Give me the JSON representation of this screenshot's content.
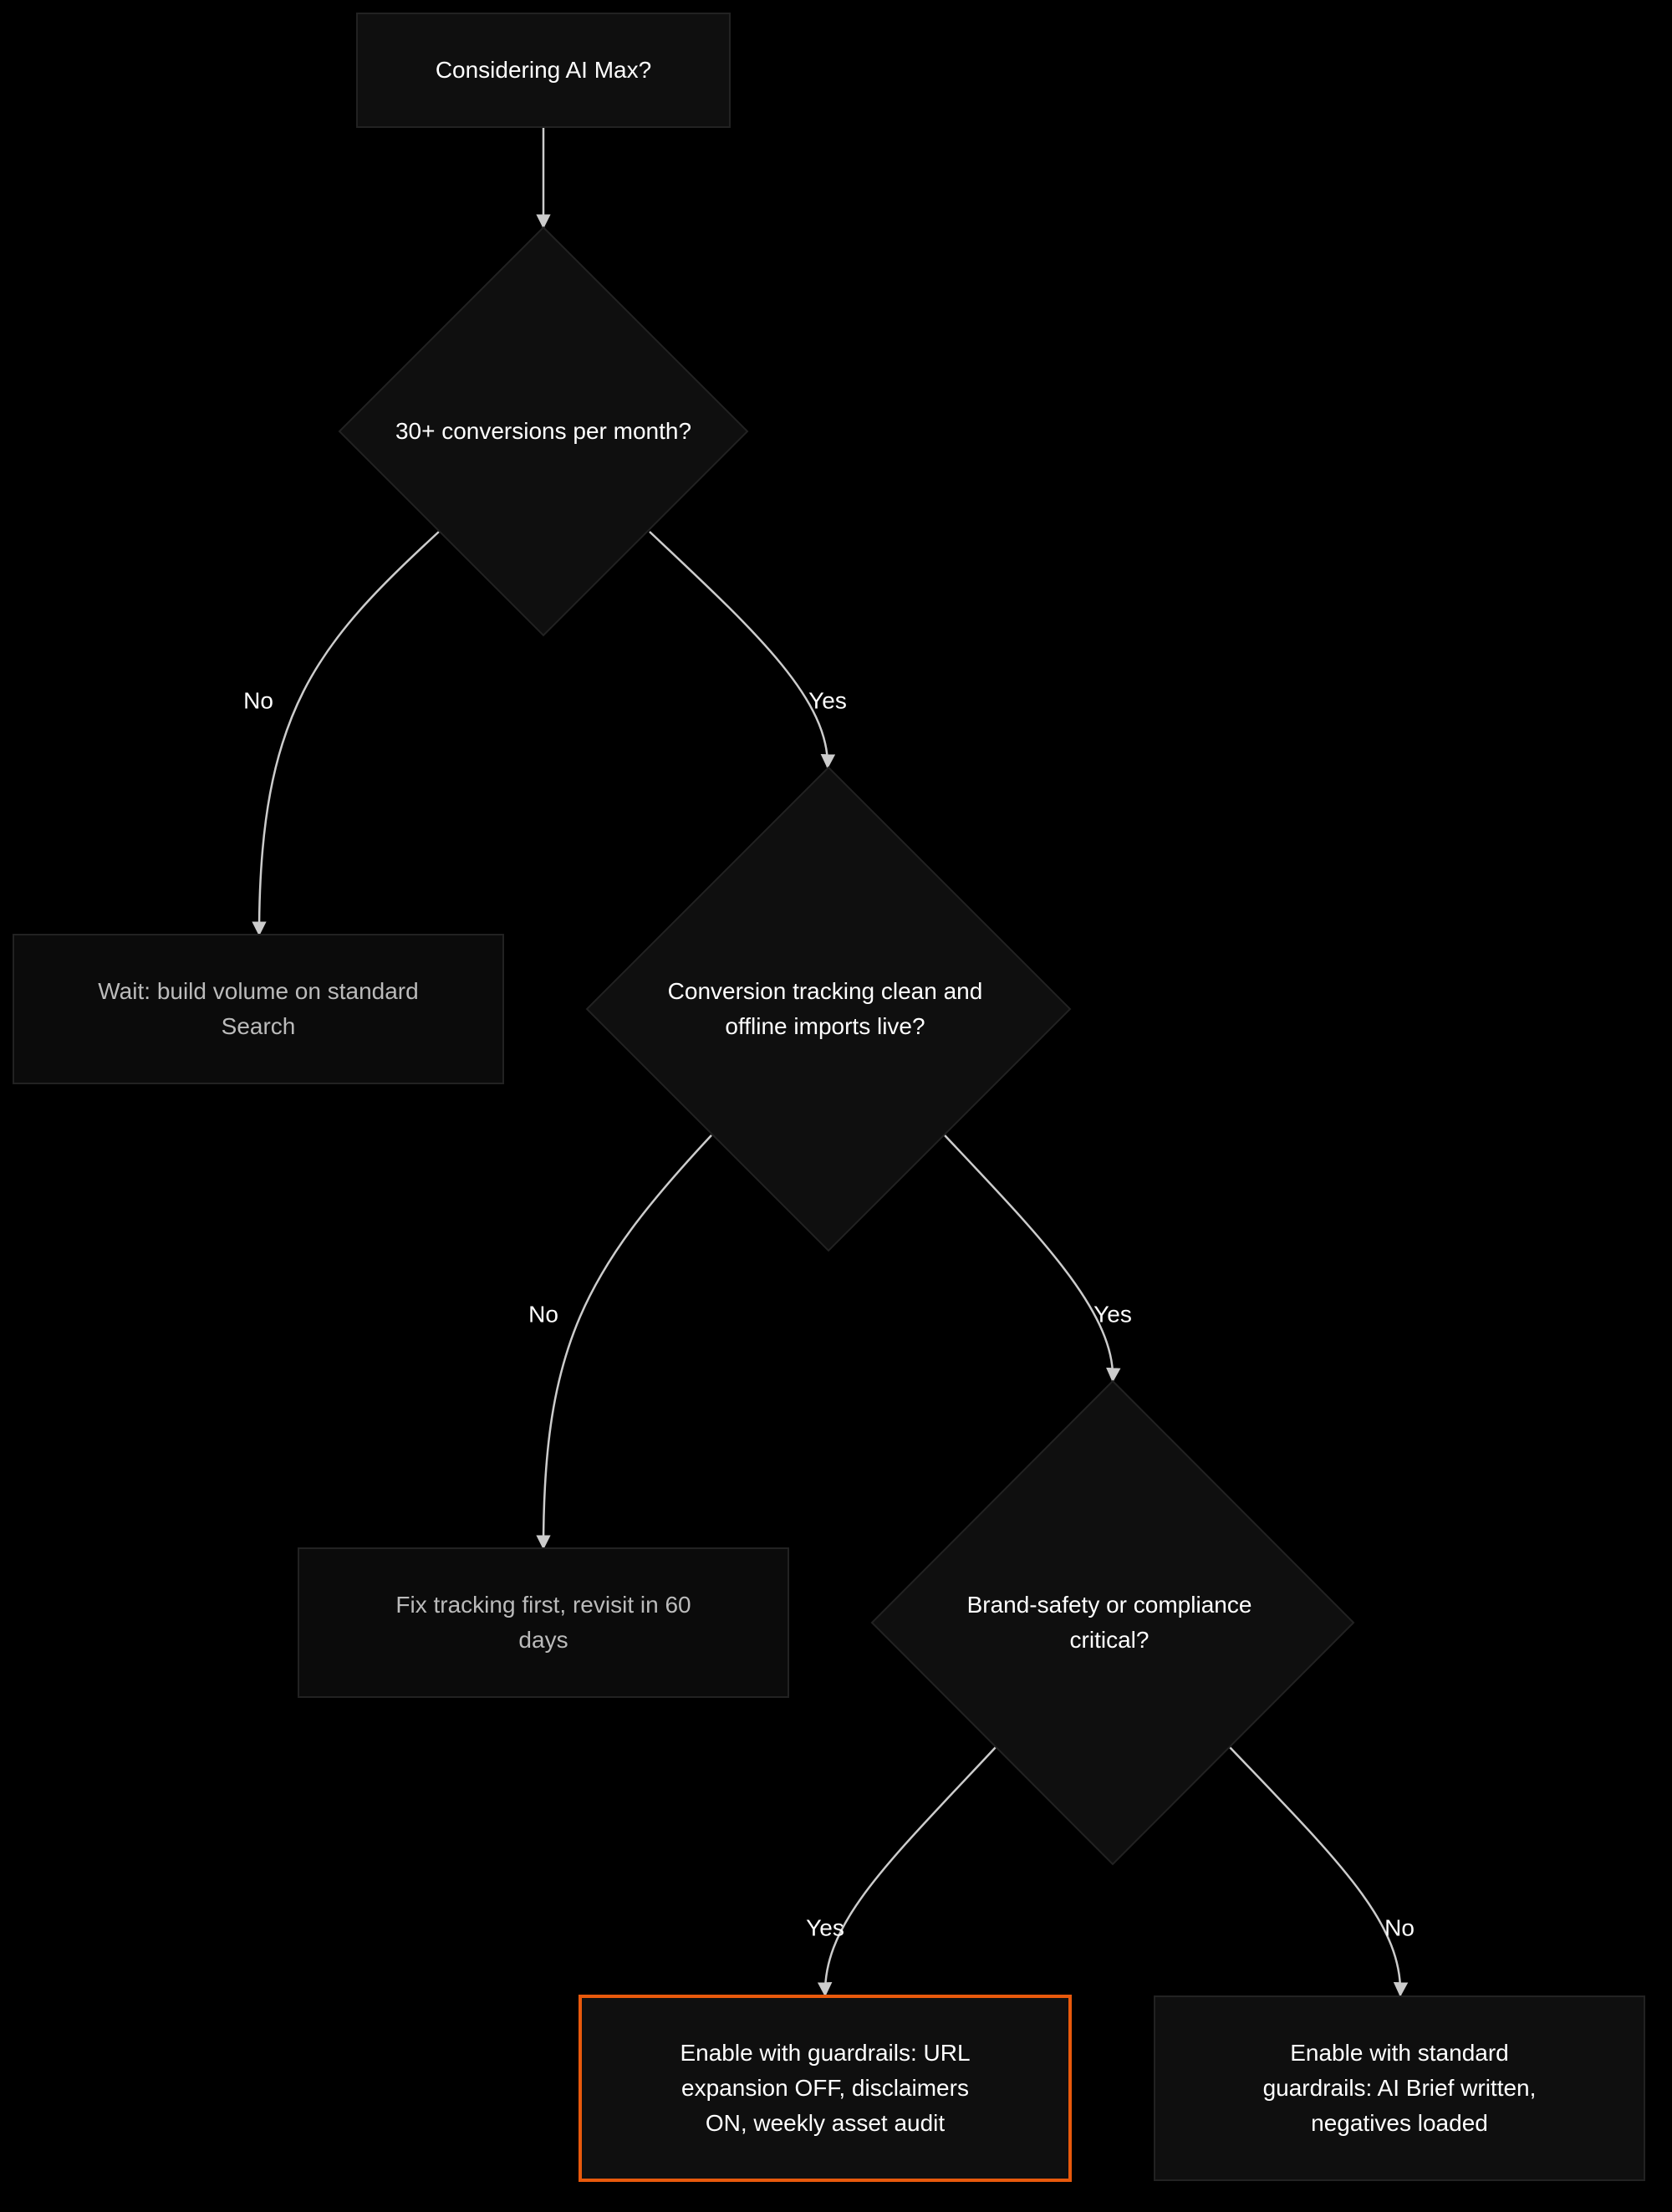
{
  "colors": {
    "background": "#000000",
    "node_fill": "#0f0f0f",
    "node_fill_muted": "#0b0b0b",
    "node_stroke": "#222222",
    "highlight_stroke": "#e8590c",
    "edge": "#cccccc",
    "text": "#ffffff",
    "text_muted": "#bbbbbb"
  },
  "nodes": {
    "start": {
      "lines": [
        "Considering AI Max?"
      ]
    },
    "q_conversions": {
      "lines": [
        "30+ conversions per month?"
      ]
    },
    "wait": {
      "lines": [
        "Wait: build volume on standard",
        "Search"
      ]
    },
    "q_tracking": {
      "lines": [
        "Conversion tracking clean and",
        "offline imports live?"
      ]
    },
    "fix_tracking": {
      "lines": [
        "Fix tracking first, revisit in 60",
        "days"
      ]
    },
    "q_brand_safety": {
      "lines": [
        "Brand-safety or compliance",
        "critical?"
      ]
    },
    "enable_guardrails": {
      "lines": [
        "Enable with guardrails: URL",
        "expansion OFF, disclaimers",
        "ON, weekly asset audit"
      ]
    },
    "enable_standard": {
      "lines": [
        "Enable with standard",
        "guardrails: AI Brief written,",
        "negatives loaded"
      ]
    }
  },
  "edges": {
    "conversions_no": "No",
    "conversions_yes": "Yes",
    "tracking_no": "No",
    "tracking_yes": "Yes",
    "brand_yes": "Yes",
    "brand_no": "No"
  }
}
